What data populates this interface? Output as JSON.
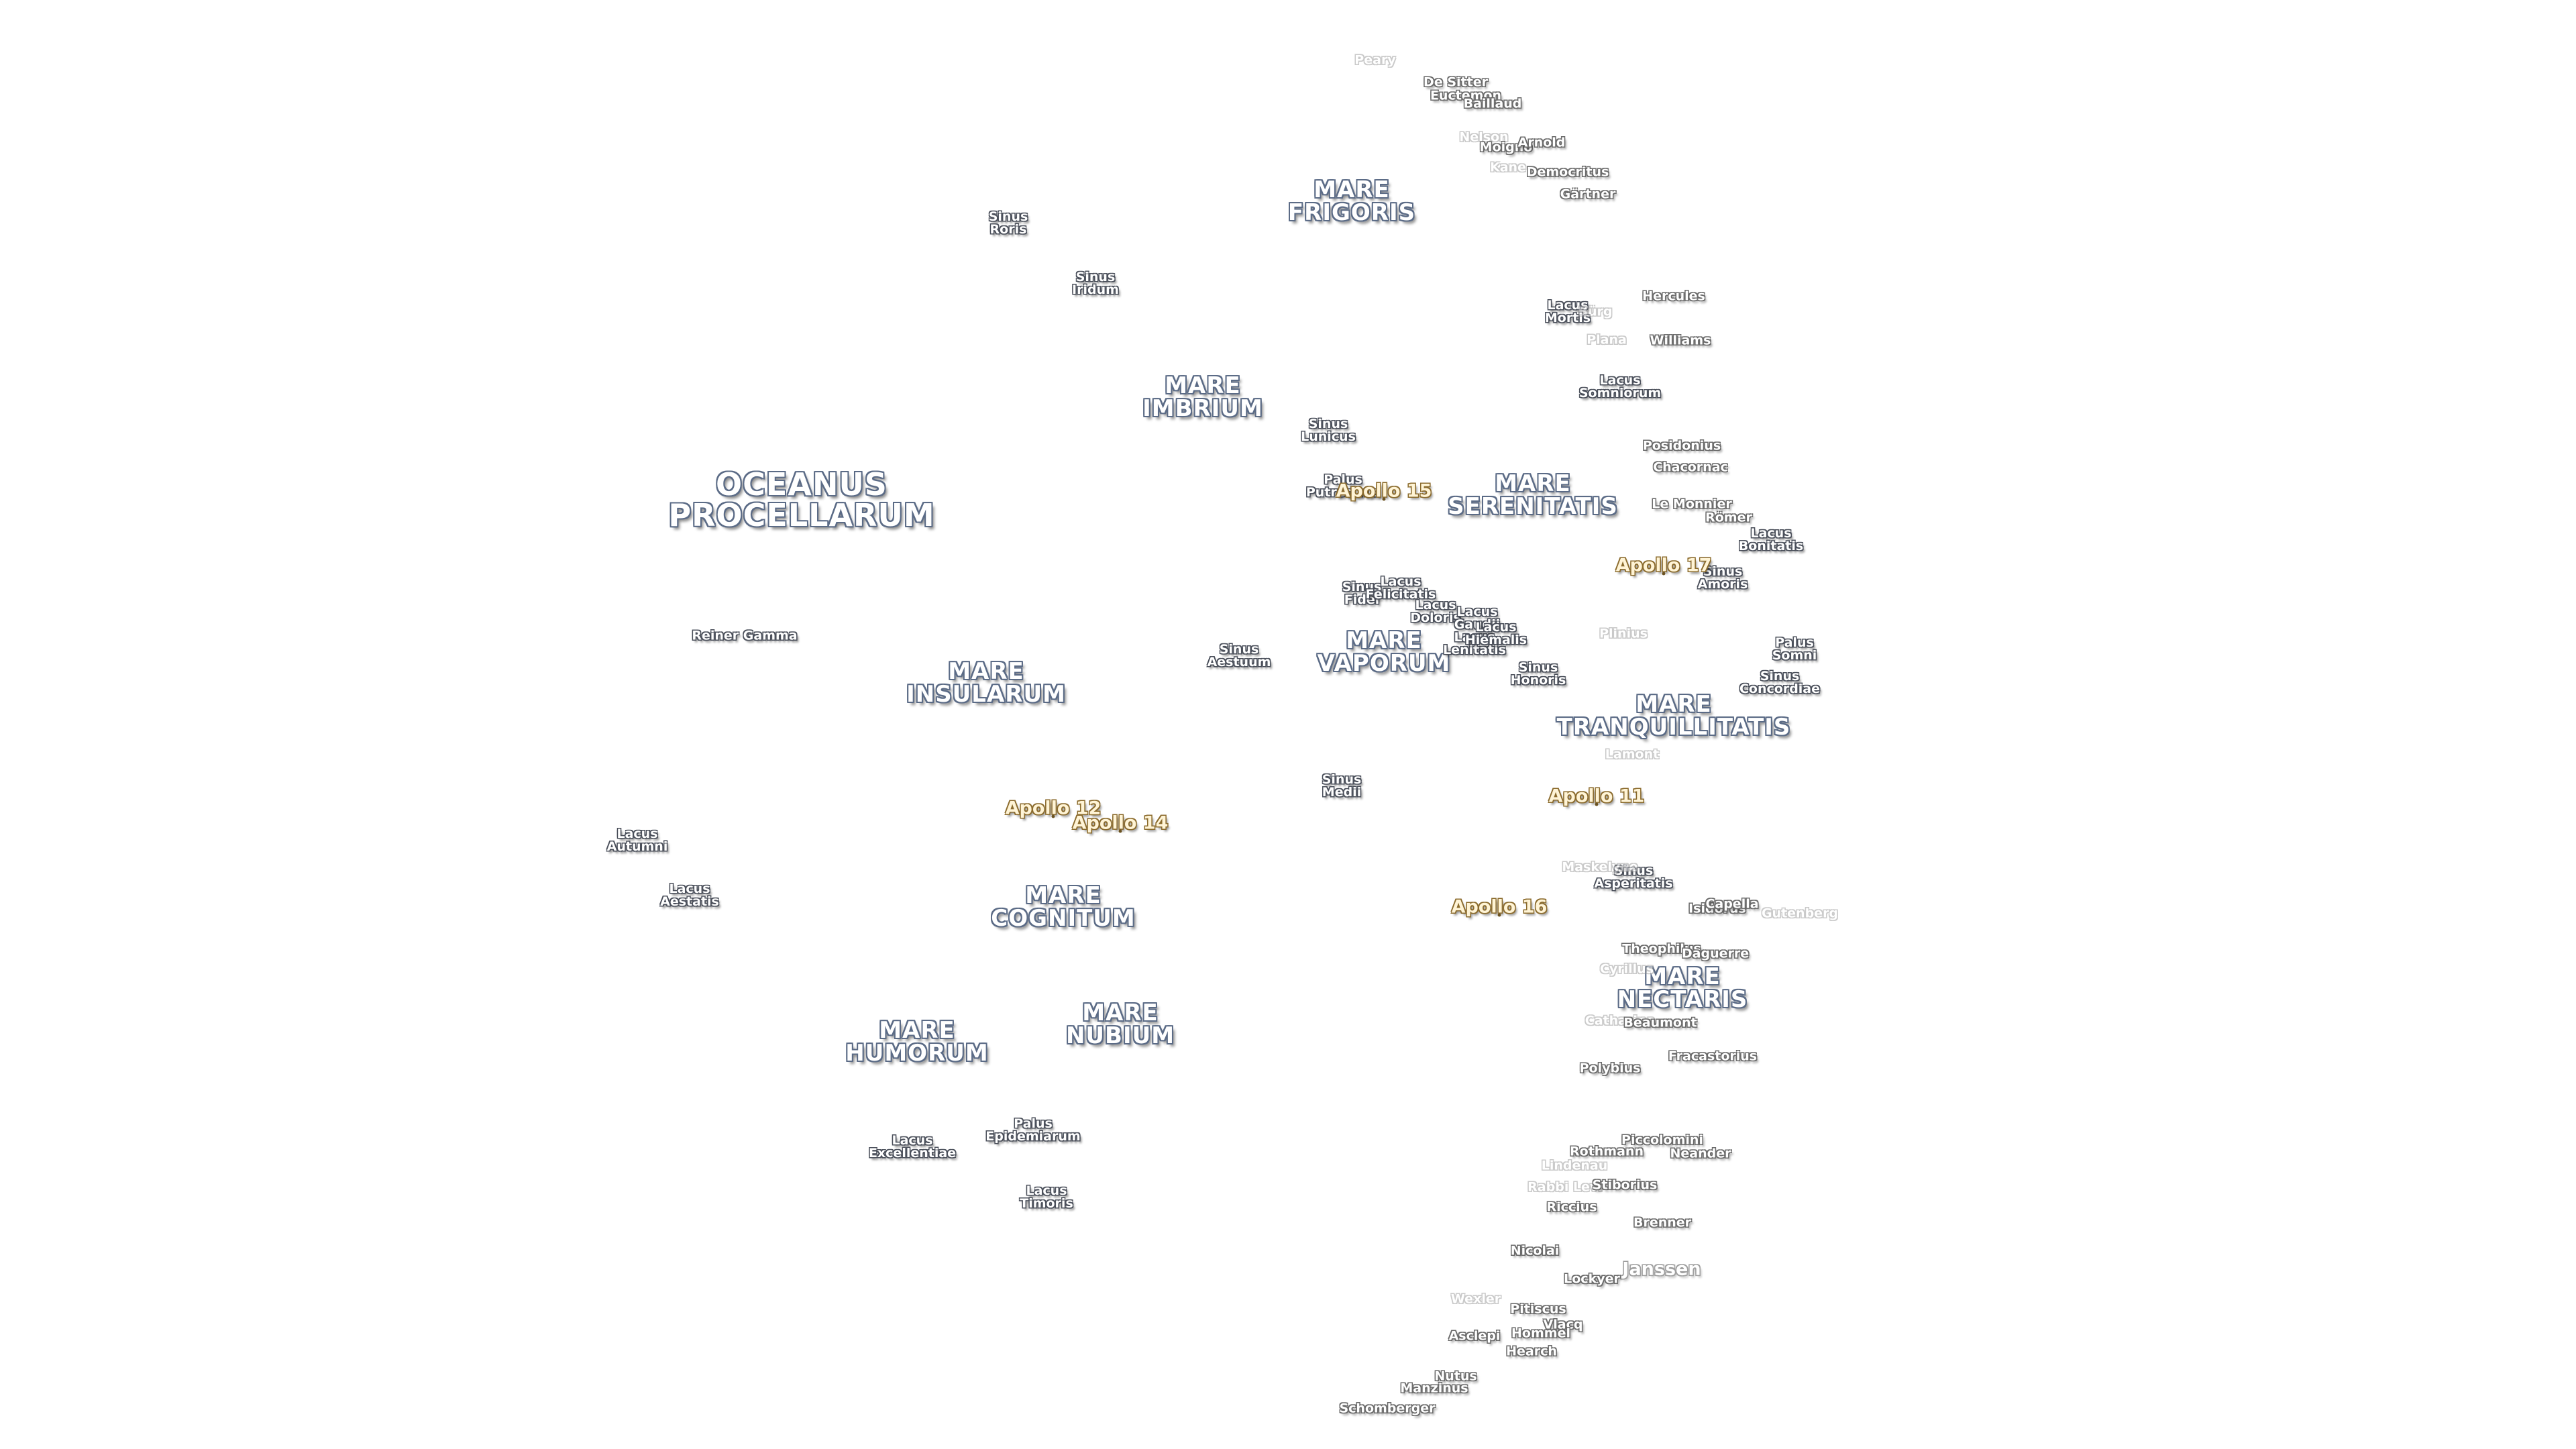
{
  "map": {
    "labels": [
      {
        "id": "oceanus-procellarum",
        "text": "OCEANUS\nPROCELLARUM",
        "kind": "ocean"
      },
      {
        "id": "mare-frigoris",
        "text": "MARE\nFRIGORIS",
        "kind": "mare"
      },
      {
        "id": "mare-imbrium",
        "text": "MARE\nIMBRIUM",
        "kind": "mare"
      },
      {
        "id": "mare-serenitatis",
        "text": "MARE\nSERENITATIS",
        "kind": "mare"
      },
      {
        "id": "mare-tranquillitatis",
        "text": "MARE\nTRANQUILLITATIS",
        "kind": "mare"
      },
      {
        "id": "mare-insularum",
        "text": "MARE\nINSULARUM",
        "kind": "mare"
      },
      {
        "id": "mare-cognitum",
        "text": "MARE\nCOGNITUM",
        "kind": "mare"
      },
      {
        "id": "mare-nubium",
        "text": "MARE\nNUBIUM",
        "kind": "mare"
      },
      {
        "id": "mare-humorum",
        "text": "MARE\nHUMORUM",
        "kind": "mare"
      },
      {
        "id": "mare-vaporum",
        "text": "MARE\nVAPORUM",
        "kind": "mare"
      },
      {
        "id": "mare-nectaris",
        "text": "MARE\nNECTARIS",
        "kind": "mare"
      },
      {
        "id": "sinus-roris",
        "text": "Sinus\nRoris",
        "kind": "minor"
      },
      {
        "id": "sinus-iridum",
        "text": "Sinus\nIridum",
        "kind": "minor"
      },
      {
        "id": "sinus-lunicus",
        "text": "Sinus\nLunicus",
        "kind": "minor"
      },
      {
        "id": "palus-putredinis",
        "text": "Palus\nPutredinis",
        "kind": "minor"
      },
      {
        "id": "lacus-mortis",
        "text": "Lacus\nMortis",
        "kind": "minor"
      },
      {
        "id": "lacus-somniorum",
        "text": "Lacus\nSomniorum",
        "kind": "minor"
      },
      {
        "id": "lacus-bonitatis",
        "text": "Lacus\nBonitatis",
        "kind": "minor"
      },
      {
        "id": "sinus-amoris",
        "text": "Sinus\nAmoris",
        "kind": "minor"
      },
      {
        "id": "sinus-fidei",
        "text": "Sinus\nFidei",
        "kind": "minor"
      },
      {
        "id": "lacus-felicitatis",
        "text": "Lacus\nFelicitatis",
        "kind": "minor"
      },
      {
        "id": "lacus-doloris",
        "text": "Lacus\nDoloris",
        "kind": "minor"
      },
      {
        "id": "lacus-gaudii",
        "text": "Lacus\nGaudii",
        "kind": "minor"
      },
      {
        "id": "lacus-lenitatis",
        "text": "Lacus\nLenitatis",
        "kind": "minor"
      },
      {
        "id": "lacus-hiemalis",
        "text": "Lacus\nHiemalis",
        "kind": "minor"
      },
      {
        "id": "sinus-aestuum",
        "text": "Sinus\nAestuum",
        "kind": "minor"
      },
      {
        "id": "sinus-honoris",
        "text": "Sinus\nHonoris",
        "kind": "minor"
      },
      {
        "id": "palus-somni",
        "text": "Palus\nSomni",
        "kind": "minor"
      },
      {
        "id": "sinus-concordiae",
        "text": "Sinus\nConcordiae",
        "kind": "minor"
      },
      {
        "id": "sinus-medii",
        "text": "Sinus\nMedii",
        "kind": "minor"
      },
      {
        "id": "reiner-gamma",
        "text": "Reiner Gamma",
        "kind": "minor"
      },
      {
        "id": "lacus-autumni",
        "text": "Lacus\nAutumni",
        "kind": "minor"
      },
      {
        "id": "lacus-aestatis",
        "text": "Lacus\nAestatis",
        "kind": "minor"
      },
      {
        "id": "sinus-asperitatis",
        "text": "Sinus\nAsperitatis",
        "kind": "minor"
      },
      {
        "id": "palus-epidemiarum",
        "text": "Palus\nEpidemiarum",
        "kind": "minor"
      },
      {
        "id": "lacus-excellentiae",
        "text": "Lacus\nExcellentiae",
        "kind": "minor"
      },
      {
        "id": "lacus-timoris",
        "text": "Lacus\nTimoris",
        "kind": "minor"
      },
      {
        "id": "apollo-15",
        "text": "Apollo 15",
        "kind": "apollo"
      },
      {
        "id": "apollo-17",
        "text": "Apollo 17",
        "kind": "apollo"
      },
      {
        "id": "apollo-11",
        "text": "Apollo 11",
        "kind": "apollo"
      },
      {
        "id": "apollo-12",
        "text": "Apollo 12",
        "kind": "apollo"
      },
      {
        "id": "apollo-14",
        "text": "Apollo 14",
        "kind": "apollo"
      },
      {
        "id": "apollo-16",
        "text": "Apollo 16",
        "kind": "apollo"
      },
      {
        "id": "peary",
        "text": "Peary",
        "kind": "crater-faint"
      },
      {
        "id": "de-sitter",
        "text": "De Sitter",
        "kind": "crater"
      },
      {
        "id": "euctemon",
        "text": "Euctemon",
        "kind": "crater"
      },
      {
        "id": "baillaud",
        "text": "Baillaud",
        "kind": "crater"
      },
      {
        "id": "nelson",
        "text": "Nelson",
        "kind": "crater-faint"
      },
      {
        "id": "moigno",
        "text": "Moigno",
        "kind": "crater"
      },
      {
        "id": "arnold",
        "text": "Arnold",
        "kind": "crater"
      },
      {
        "id": "kane",
        "text": "Kane",
        "kind": "crater-faint"
      },
      {
        "id": "democritus",
        "text": "Democritus",
        "kind": "crater"
      },
      {
        "id": "gartner",
        "text": "Gärtner",
        "kind": "crater"
      },
      {
        "id": "burg",
        "text": "Bürg",
        "kind": "crater-faint"
      },
      {
        "id": "hercules",
        "text": "Hercules",
        "kind": "crater"
      },
      {
        "id": "plana",
        "text": "Plana",
        "kind": "crater-faint"
      },
      {
        "id": "williams",
        "text": "Williams",
        "kind": "crater"
      },
      {
        "id": "posidonius",
        "text": "Posidonius",
        "kind": "crater"
      },
      {
        "id": "chacornac",
        "text": "Chacornac",
        "kind": "crater"
      },
      {
        "id": "le-monnier",
        "text": "Le Monnier",
        "kind": "crater"
      },
      {
        "id": "romer",
        "text": "Römer",
        "kind": "crater"
      },
      {
        "id": "plinius",
        "text": "Plinius",
        "kind": "crater-faint"
      },
      {
        "id": "lamont",
        "text": "Lamont",
        "kind": "crater-faint"
      },
      {
        "id": "maskelyne",
        "text": "Maskelyne",
        "kind": "crater-faint"
      },
      {
        "id": "isidorus",
        "text": "Isidorus",
        "kind": "crater"
      },
      {
        "id": "capella",
        "text": "Capella",
        "kind": "crater"
      },
      {
        "id": "gutenberg",
        "text": "Gutenberg",
        "kind": "crater-faint"
      },
      {
        "id": "theophilus",
        "text": "Theophilus",
        "kind": "crater"
      },
      {
        "id": "daguerre",
        "text": "Daguerre",
        "kind": "crater"
      },
      {
        "id": "cyrillus",
        "text": "Cyrillus",
        "kind": "crater-faint"
      },
      {
        "id": "catharina",
        "text": "Catharina",
        "kind": "crater-faint"
      },
      {
        "id": "beaumont",
        "text": "Beaumont",
        "kind": "crater"
      },
      {
        "id": "fracastorius",
        "text": "Fracastorius",
        "kind": "crater"
      },
      {
        "id": "polybius",
        "text": "Polybius",
        "kind": "crater"
      },
      {
        "id": "piccolomini",
        "text": "Piccolomini",
        "kind": "crater"
      },
      {
        "id": "rothmann",
        "text": "Rothmann",
        "kind": "crater"
      },
      {
        "id": "neander",
        "text": "Neander",
        "kind": "crater"
      },
      {
        "id": "lindenau",
        "text": "Lindenau",
        "kind": "crater-faint"
      },
      {
        "id": "rabbi-levi",
        "text": "Rabbi Levi",
        "kind": "crater-faint"
      },
      {
        "id": "stiborius",
        "text": "Stiborius",
        "kind": "crater"
      },
      {
        "id": "riccius",
        "text": "Riccius",
        "kind": "crater"
      },
      {
        "id": "brenner",
        "text": "Brenner",
        "kind": "crater"
      },
      {
        "id": "nicolai",
        "text": "Nicolai",
        "kind": "crater"
      },
      {
        "id": "janssen",
        "text": "Janssen",
        "kind": "crater-big"
      },
      {
        "id": "lockyer",
        "text": "Lockyer",
        "kind": "crater"
      },
      {
        "id": "vlacq",
        "text": "Vlacq",
        "kind": "crater"
      },
      {
        "id": "pitiscus",
        "text": "Pitiscus",
        "kind": "crater"
      },
      {
        "id": "hommel",
        "text": "Hommel",
        "kind": "crater"
      },
      {
        "id": "asclepi",
        "text": "Asclepi",
        "kind": "crater"
      },
      {
        "id": "hearch",
        "text": "Hearch",
        "kind": "crater"
      },
      {
        "id": "nutus",
        "text": "Nutus",
        "kind": "crater"
      },
      {
        "id": "manzinus",
        "text": "Manzinus",
        "kind": "crater"
      },
      {
        "id": "schomberger",
        "text": "Schomberger",
        "kind": "crater"
      },
      {
        "id": "wexler",
        "text": "Wexler",
        "kind": "crater-faint"
      }
    ]
  }
}
